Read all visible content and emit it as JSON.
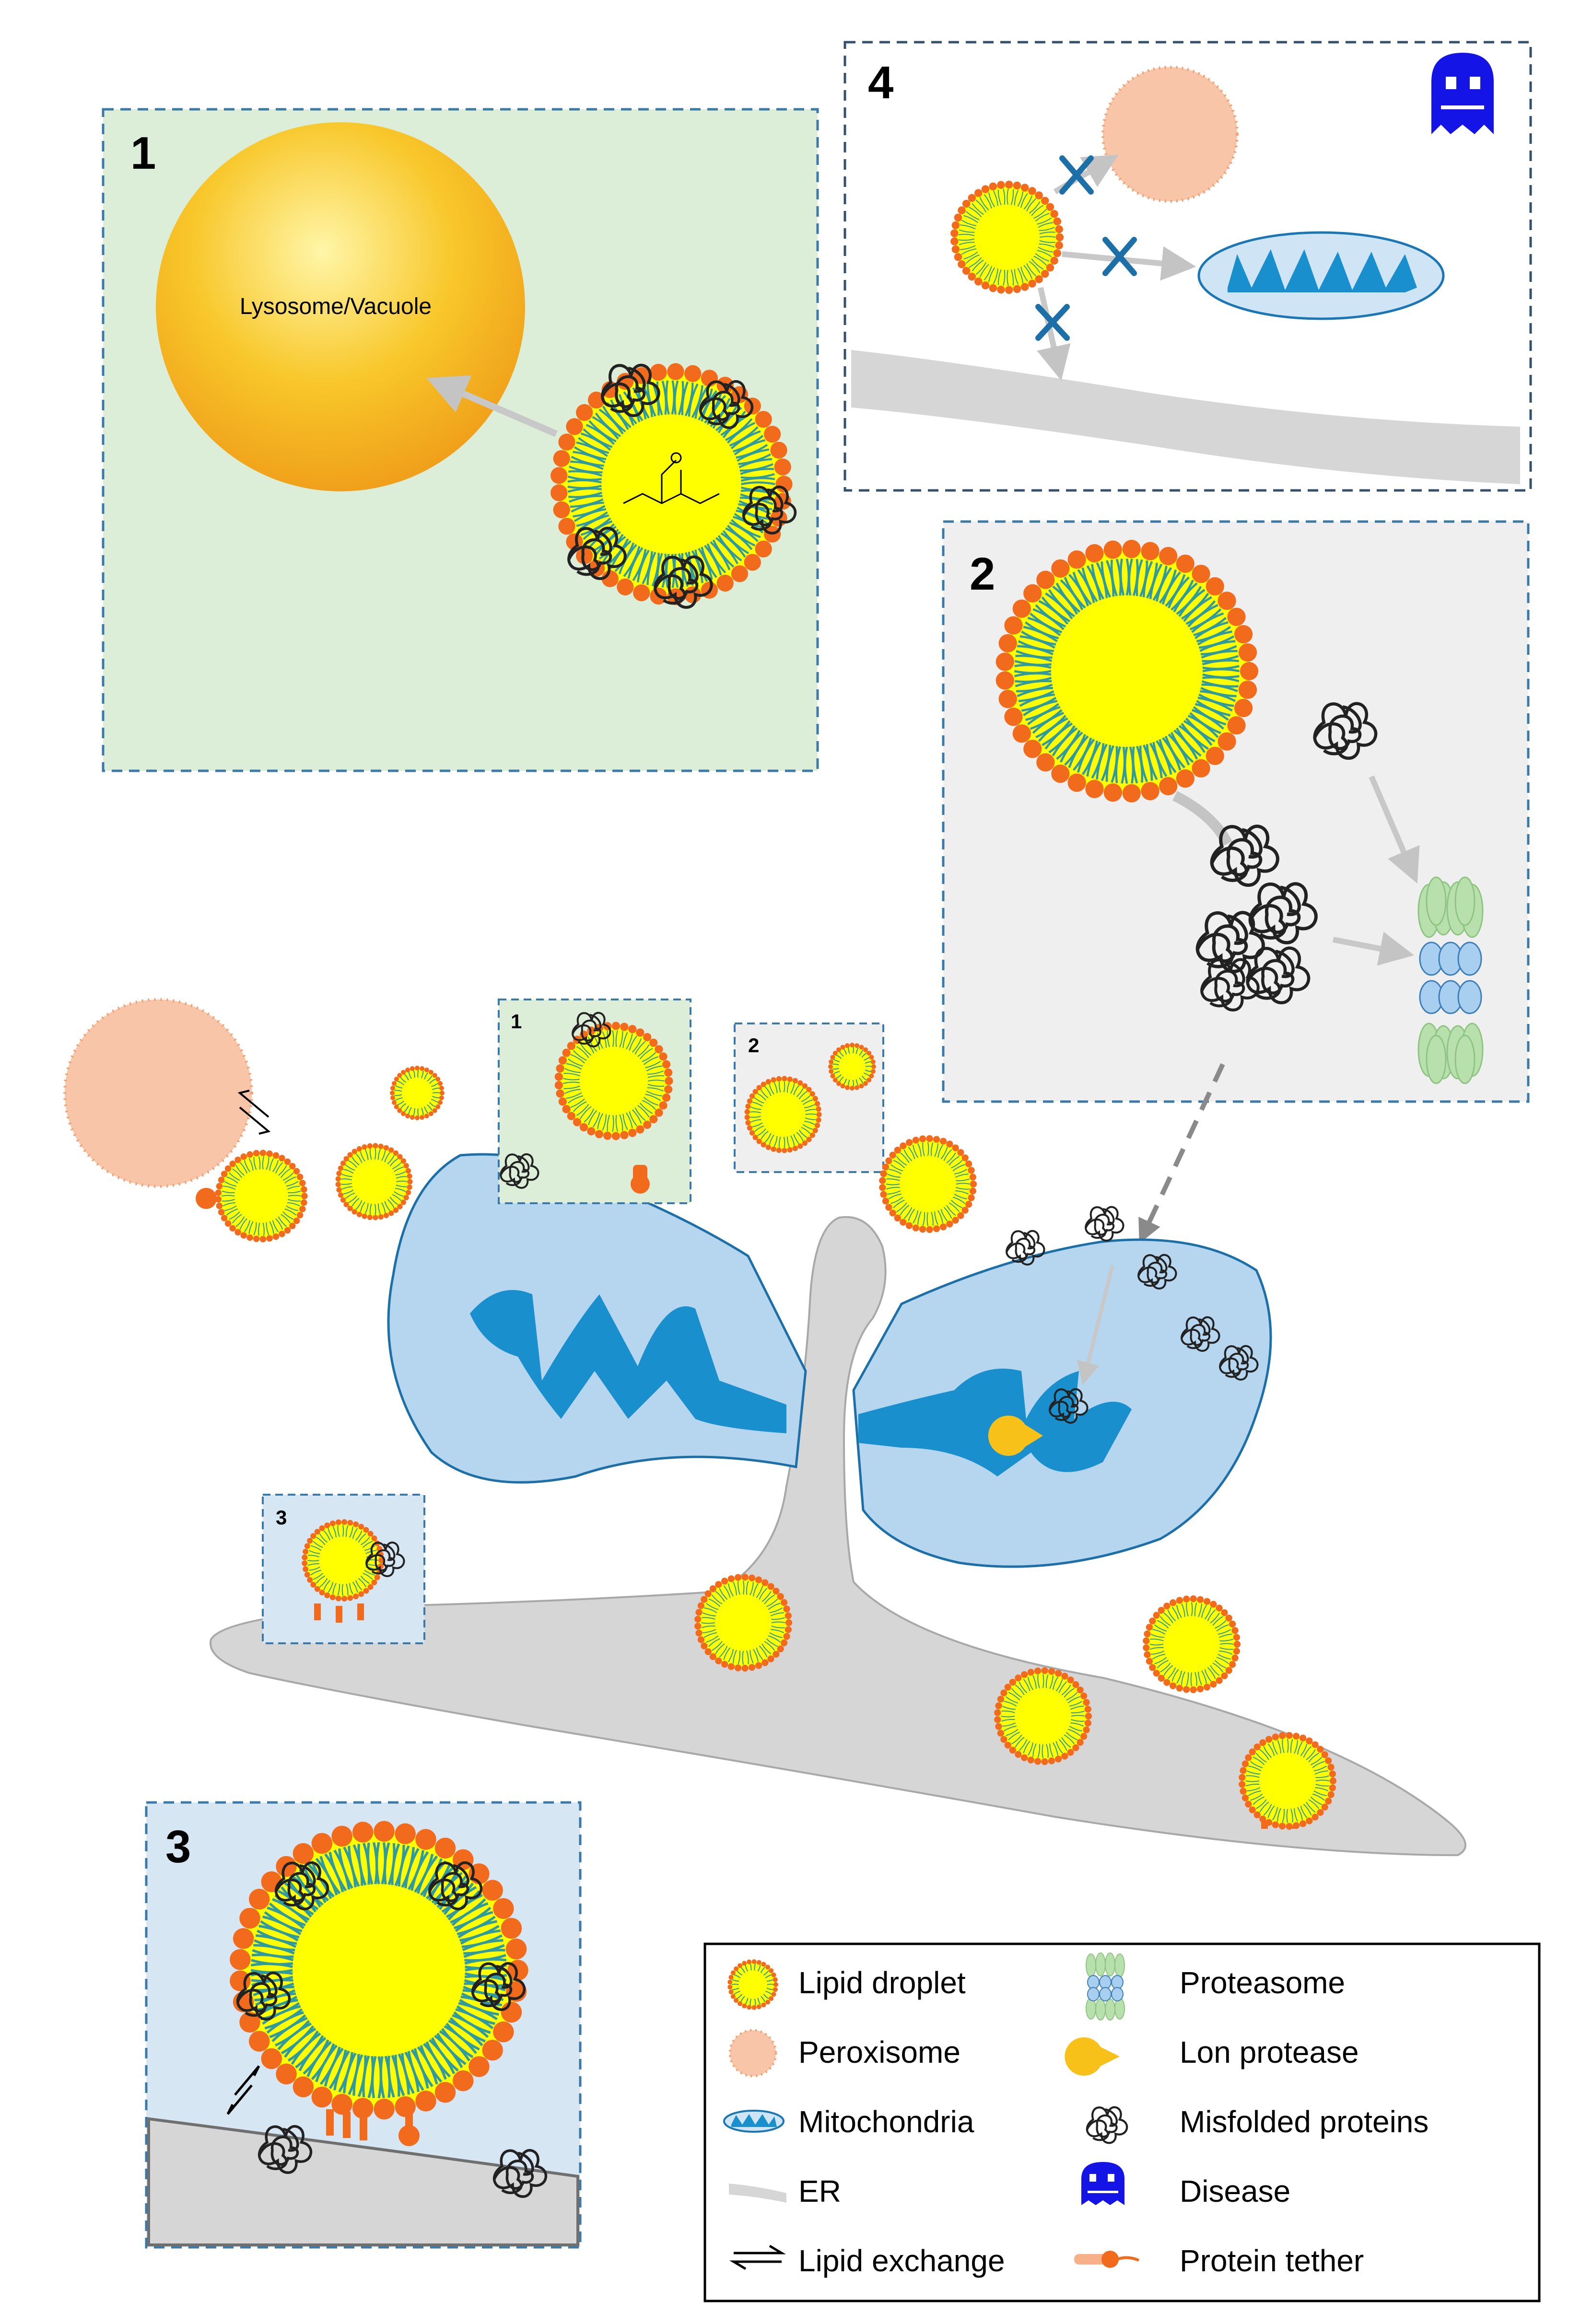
{
  "colors": {
    "inset1_bg": "#dcedd8",
    "inset2_bg": "#efefef",
    "inset3_bg": "#d6e6f3",
    "mito_outer": "#b5d6ee",
    "mito_inner": "#1a8fce",
    "er": "#d6d6d6",
    "peroxisome": "#f8c5a8",
    "droplet_core": "#ffff00",
    "droplet_shell": "#f26b1d",
    "chain": "#2f9aa0",
    "lysosome": "#f5b41a",
    "disease": "#1414e6",
    "proteasome_green": "#b8e0ad",
    "proteasome_blue": "#a8cfef",
    "lon": "#f7c11a",
    "arrow": "#c8c8c8"
  },
  "insets": {
    "one": {
      "number": "1",
      "lysosome_label": "Lysosome/Vacuole"
    },
    "two": {
      "number": "2"
    },
    "three": {
      "number": "3"
    },
    "four": {
      "number": "4"
    },
    "small_one": {
      "number": "1"
    },
    "small_two": {
      "number": "2"
    },
    "small_three": {
      "number": "3"
    }
  },
  "legend": {
    "items": [
      {
        "icon": "lipid-droplet-icon",
        "label": "Lipid droplet"
      },
      {
        "icon": "peroxisome-icon",
        "label": "Peroxisome"
      },
      {
        "icon": "mitochondria-icon",
        "label": "Mitochondria"
      },
      {
        "icon": "er-icon",
        "label": "ER"
      },
      {
        "icon": "lipid-exchange-icon",
        "label": "Lipid exchange"
      },
      {
        "icon": "proteasome-icon",
        "label": "Proteasome"
      },
      {
        "icon": "lon-protease-icon",
        "label": "Lon protease"
      },
      {
        "icon": "misfolded-proteins-icon",
        "label": "Misfolded proteins"
      },
      {
        "icon": "disease-icon",
        "label": "Disease"
      },
      {
        "icon": "protein-tether-icon",
        "label": "Protein tether"
      }
    ]
  }
}
